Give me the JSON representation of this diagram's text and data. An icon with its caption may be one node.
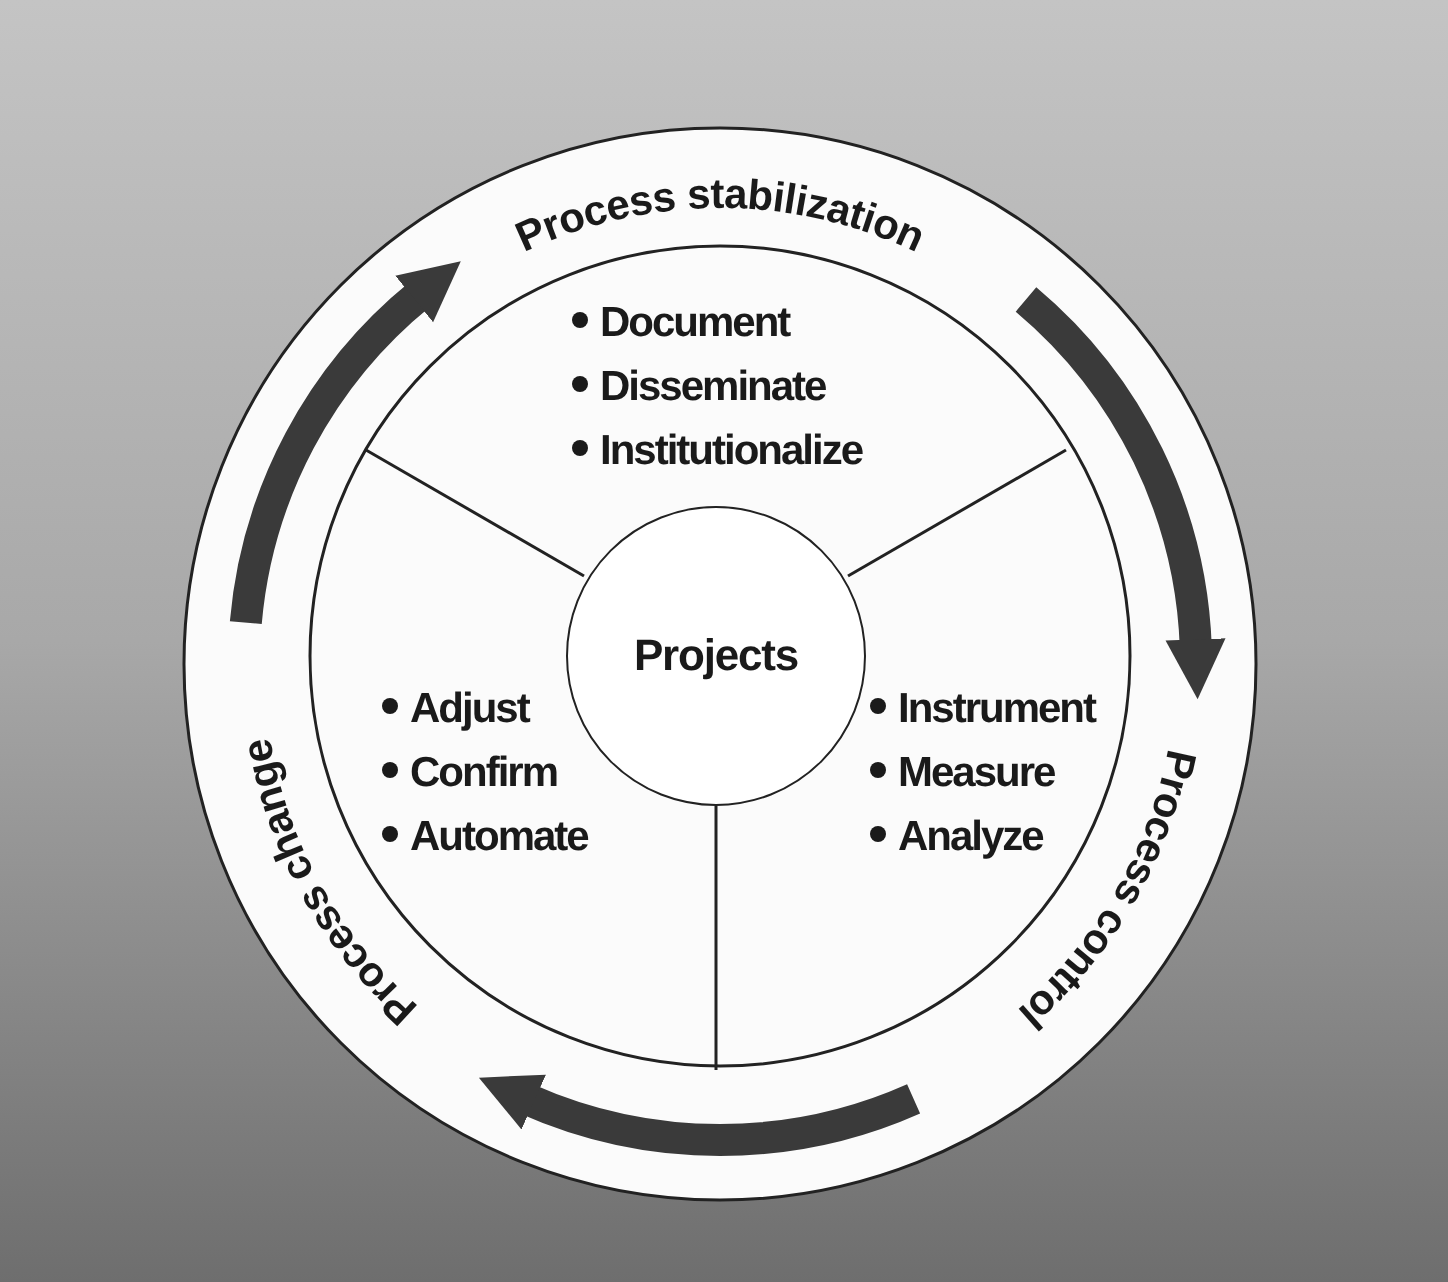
{
  "diagram": {
    "nodes": [
      {
        "text": [
          "Process stabilization"
        ]
      },
      {
        "text": [
          "Process control"
        ]
      },
      {
        "text": [
          "Process change"
        ]
      },
      {
        "text": [
          "Document",
          "Disseminate",
          "Institutionalize"
        ]
      },
      {
        "text": [
          "Instrument",
          "Measure",
          "Analyze"
        ]
      },
      {
        "text": [
          "Adjust",
          "Confirm",
          "Automate"
        ]
      },
      {
        "text": [
          "Projects"
        ]
      }
    ],
    "edges": [
      {
        "from": 2,
        "to": 0,
        "arrow": "to"
      },
      {
        "from": 0,
        "to": 1,
        "arrow": "to"
      },
      {
        "from": 1,
        "to": 2,
        "arrow": "to"
      }
    ]
  }
}
